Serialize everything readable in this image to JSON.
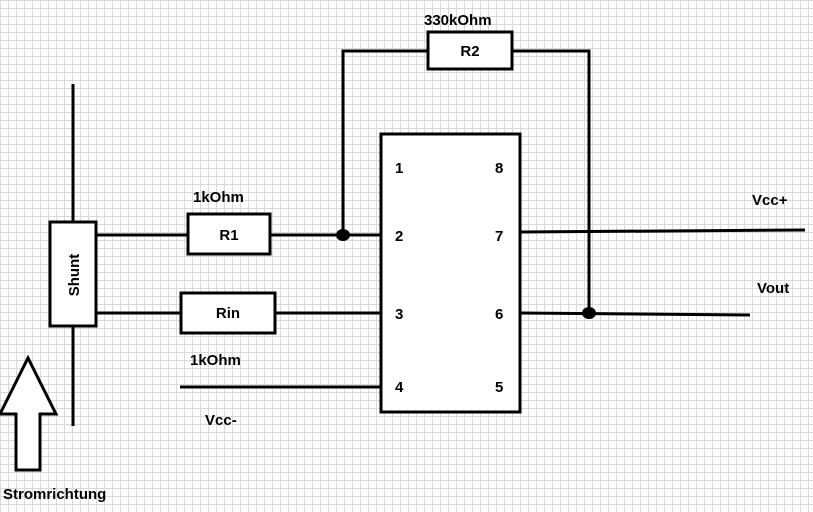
{
  "labels": {
    "r2_value": "330kOhm",
    "r2_name": "R2",
    "r1_value": "1kOhm",
    "r1_name": "R1",
    "rin_name": "Rin",
    "rin_value": "1kOhm",
    "shunt": "Shunt",
    "vcc_plus": "Vcc+",
    "vout": "Vout",
    "vcc_minus": "Vcc-",
    "direction": "Stromrichtung"
  },
  "ic_pins": {
    "left": [
      "1",
      "2",
      "3",
      "4"
    ],
    "right": [
      "8",
      "7",
      "6",
      "5"
    ]
  }
}
